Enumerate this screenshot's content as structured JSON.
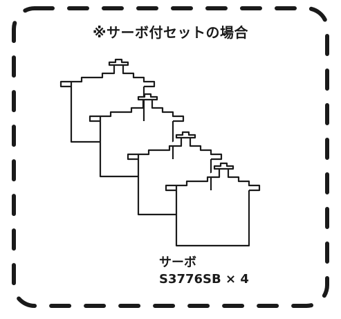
{
  "title": "※サーボ付セットの場合",
  "servo_illustration": {
    "icon": "servo-icon",
    "count": 4
  },
  "caption": {
    "name": "サーボ",
    "model": "S3776SB × 4"
  },
  "colors": {
    "line": "#1a1a1a",
    "background": "#ffffff"
  }
}
